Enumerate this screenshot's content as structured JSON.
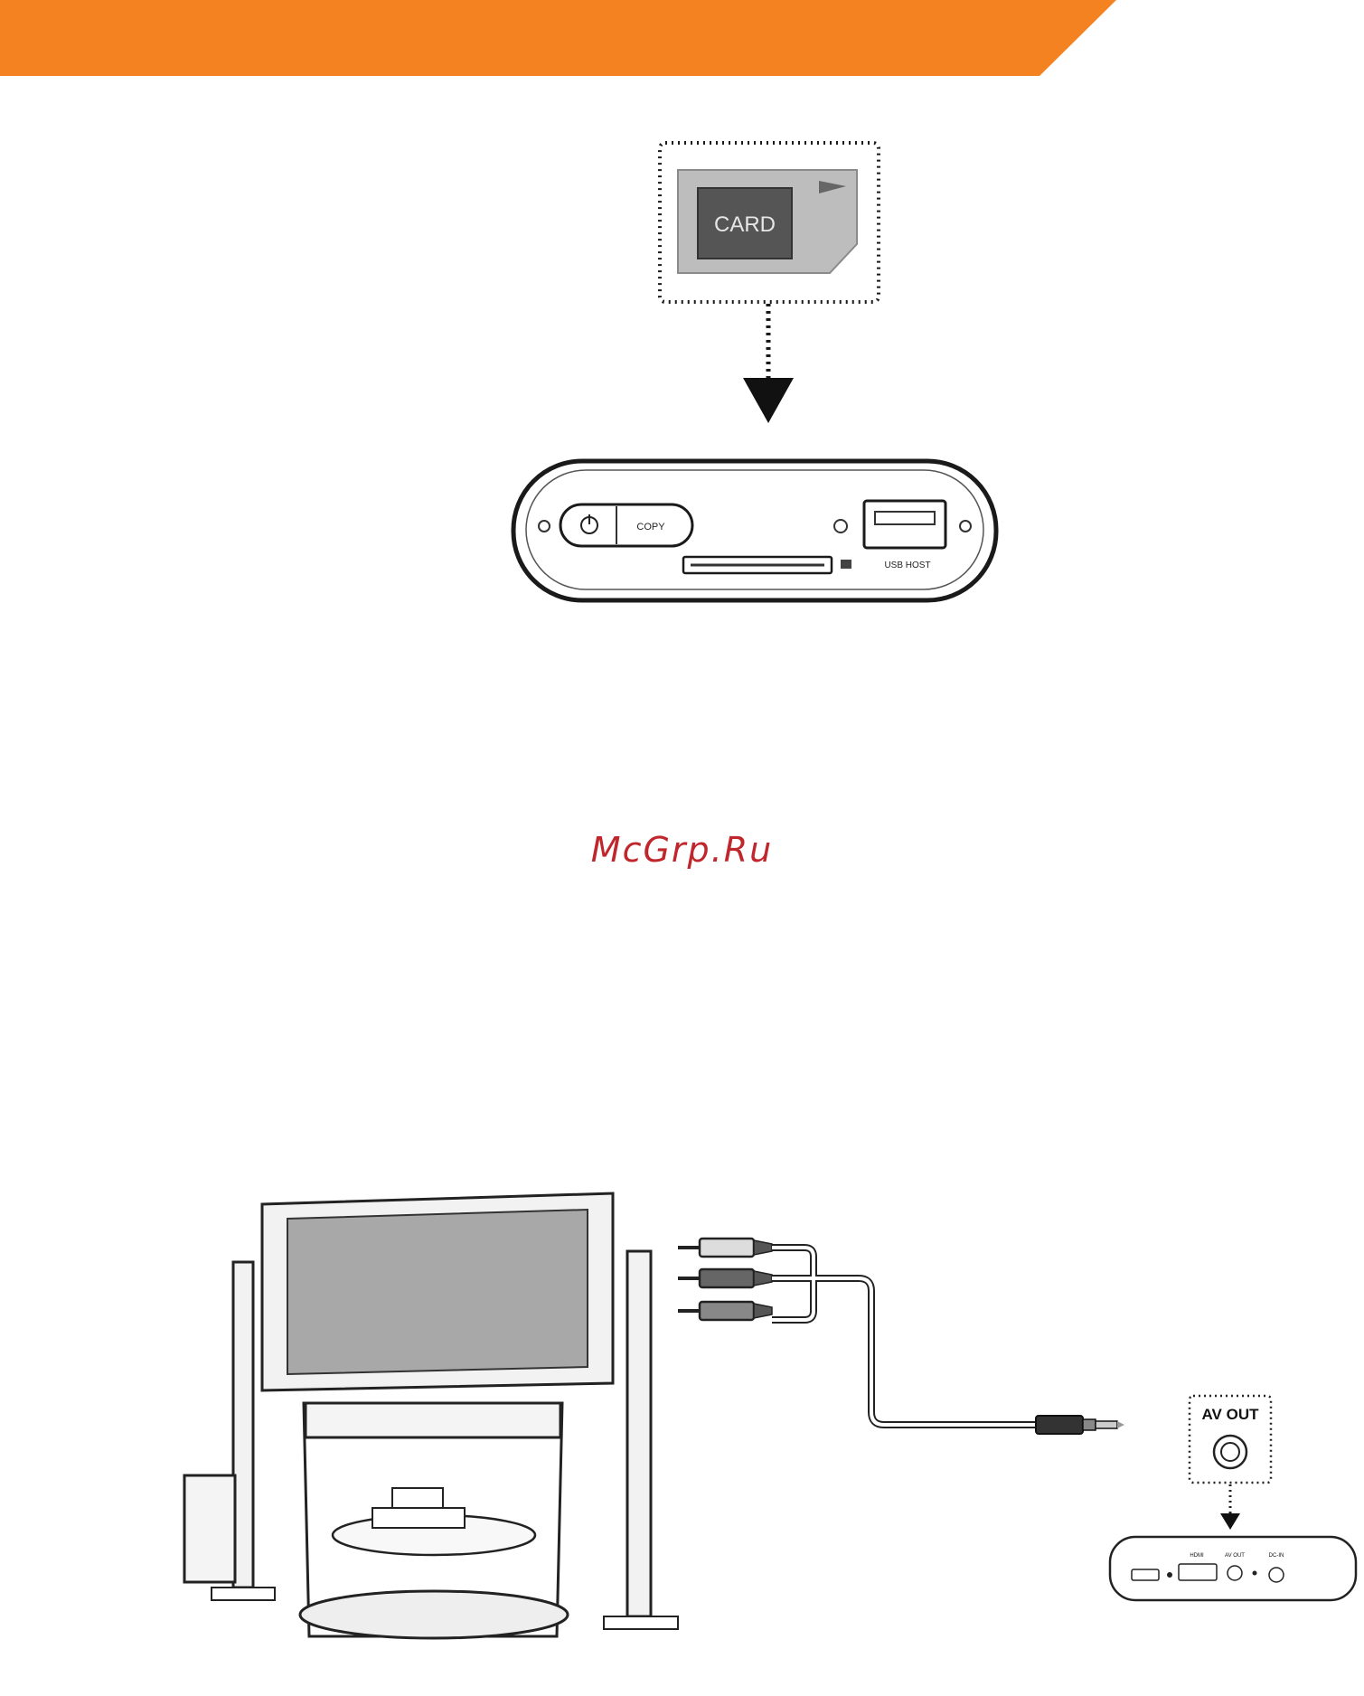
{
  "colors": {
    "accent": "#f58220",
    "watermark": "#c0272d",
    "line": "#1a1a1a",
    "card_body": "#bdbdbd",
    "card_label_bg": "#555555",
    "tv_screen": "#a8a8a8"
  },
  "card_figure": {
    "card_label": "CARD",
    "copy_button_label": "COPY",
    "usb_label": "USB HOST",
    "arrow": "down-arrow-icon"
  },
  "watermark": {
    "text": "McGrp.Ru"
  },
  "av_figure": {
    "av_out_label": "AV OUT",
    "device_ports": {
      "hdmi": "HDMI",
      "av_out": "AV OUT",
      "dc_in": "DC-IN"
    }
  }
}
